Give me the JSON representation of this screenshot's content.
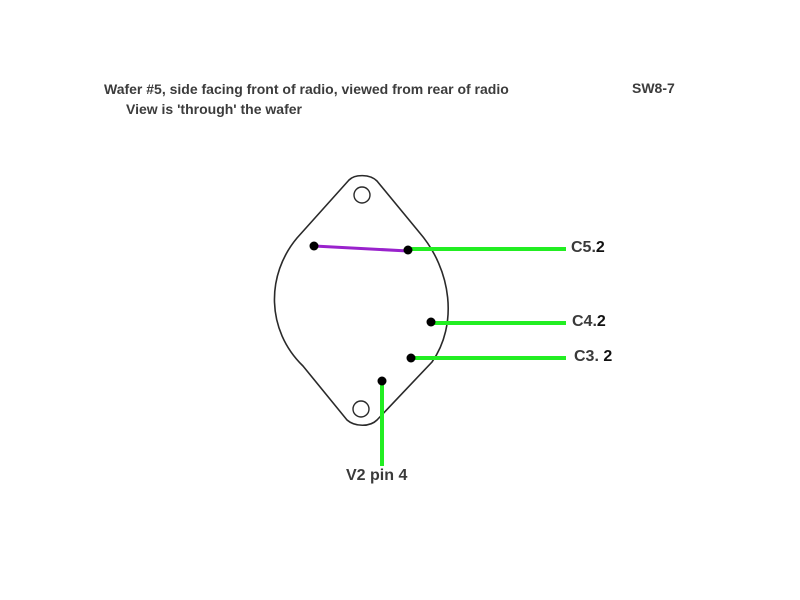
{
  "header": {
    "title_line1": "Wafer #5, side facing front of radio, viewed from rear of radio",
    "title_line2": "View is 'through' the wafer",
    "sheet_id": "SW8-7"
  },
  "labels": {
    "c5_main": "C5.",
    "c5_sub": "2",
    "c4_main": "C4.",
    "c4_sub": "2",
    "c3_main": "C3.",
    "c3_sub": "2",
    "v2": "V2 pin 4"
  },
  "colors": {
    "wire_green": "#22ee22",
    "jumper_purple": "#9922cc",
    "outline": "#2a2a2a",
    "terminal": "#000000"
  }
}
